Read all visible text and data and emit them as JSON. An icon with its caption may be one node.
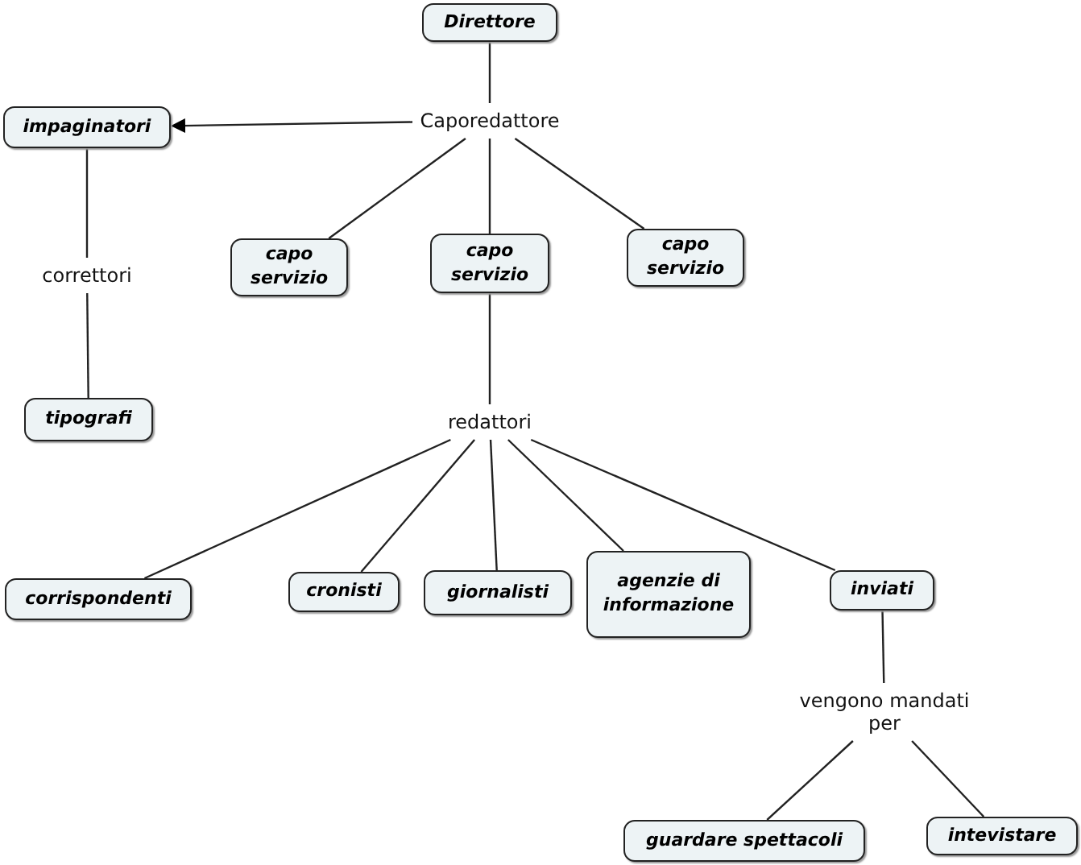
{
  "diagram": {
    "nodes": [
      {
        "text": [
          "Direttore"
        ]
      },
      {
        "text": [
          "Caporedattore"
        ]
      },
      {
        "text": [
          "impaginatori"
        ]
      },
      {
        "text": [
          "capo servizio"
        ]
      },
      {
        "text": [
          "capo servizio"
        ]
      },
      {
        "text": [
          "capo servizio"
        ]
      },
      {
        "text": [
          "correttori"
        ]
      },
      {
        "text": [
          "tipografi"
        ]
      },
      {
        "text": [
          "redattori"
        ]
      },
      {
        "text": [
          "corrispondenti"
        ]
      },
      {
        "text": [
          "cronisti"
        ]
      },
      {
        "text": [
          "giornalisti"
        ]
      },
      {
        "text": [
          "agenzie di informazione"
        ]
      },
      {
        "text": [
          "inviati"
        ]
      },
      {
        "text": [
          "vengono mandati per"
        ]
      },
      {
        "text": [
          "guardare spettacoli"
        ]
      },
      {
        "text": [
          "intevistare"
        ]
      }
    ],
    "edges": [
      {
        "from": 0,
        "to": 1,
        "arrow": "none"
      },
      {
        "from": 1,
        "to": 2,
        "arrow": "to"
      },
      {
        "from": 1,
        "to": 3,
        "arrow": "none"
      },
      {
        "from": 1,
        "to": 4,
        "arrow": "none"
      },
      {
        "from": 1,
        "to": 5,
        "arrow": "none"
      },
      {
        "from": 2,
        "to": 6,
        "arrow": "none"
      },
      {
        "from": 6,
        "to": 7,
        "arrow": "none"
      },
      {
        "from": 4,
        "to": 8,
        "arrow": "none"
      },
      {
        "from": 8,
        "to": 9,
        "arrow": "none"
      },
      {
        "from": 8,
        "to": 10,
        "arrow": "none"
      },
      {
        "from": 8,
        "to": 11,
        "arrow": "none"
      },
      {
        "from": 8,
        "to": 12,
        "arrow": "none"
      },
      {
        "from": 8,
        "to": 13,
        "arrow": "none"
      },
      {
        "from": 13,
        "to": 14,
        "arrow": "none"
      },
      {
        "from": 14,
        "to": 15,
        "arrow": "none"
      },
      {
        "from": 14,
        "to": 16,
        "arrow": "none"
      }
    ]
  }
}
